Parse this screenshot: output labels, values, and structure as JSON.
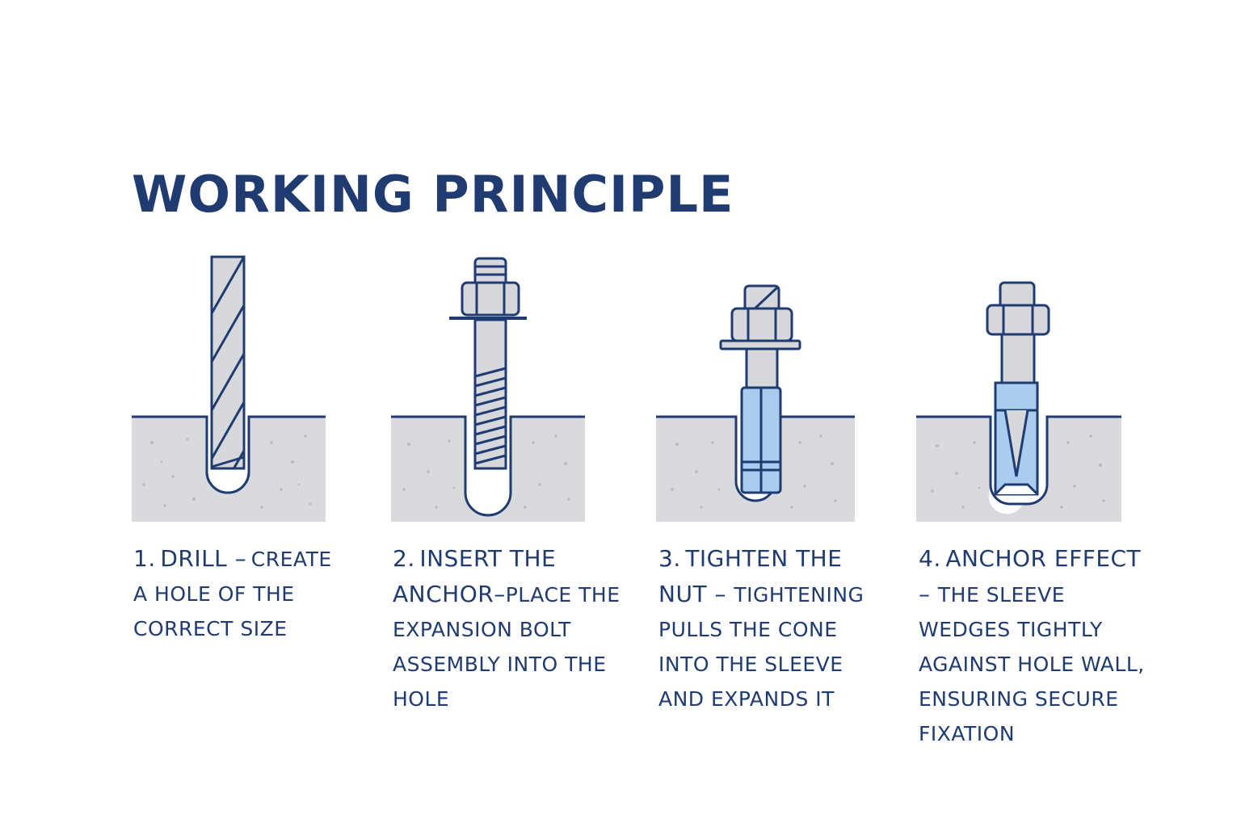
{
  "title": "WORKING PRINCIPLE",
  "colors": {
    "navy": "#1f3b70",
    "concrete": "#d9dade",
    "steel": "#d7d8dc",
    "sleeve": "#a9cdef"
  },
  "steps": [
    {
      "number": "1.",
      "name": "DRILL",
      "separator": " –",
      "description": "CREATE A HOLE OF THE CORRECT SIZE",
      "icon": "drill-bit-icon"
    },
    {
      "number": "2.",
      "name": "INSERT THE ANCHOR",
      "separator": "–",
      "description": "PLACE THE EXPANSION BOLT ASSEMBLY INTO THE HOLE",
      "icon": "anchor-bolt-icon"
    },
    {
      "number": "3.",
      "name": "TIGHTEN THE NUT",
      "separator": " – ",
      "description": "TIGHTENING PULLS THE CONE INTO THE SLEEVE AND EXPANDS IT",
      "icon": "tightened-nut-icon"
    },
    {
      "number": "4.",
      "name": "ANCHOR EFFECT",
      "separator": " – ",
      "description": "THE SLEEVE WEDGES TIGHTLY AGAINST HOLE WALL, ENSURING SECURE FIXATION",
      "icon": "expanded-sleeve-icon"
    }
  ]
}
